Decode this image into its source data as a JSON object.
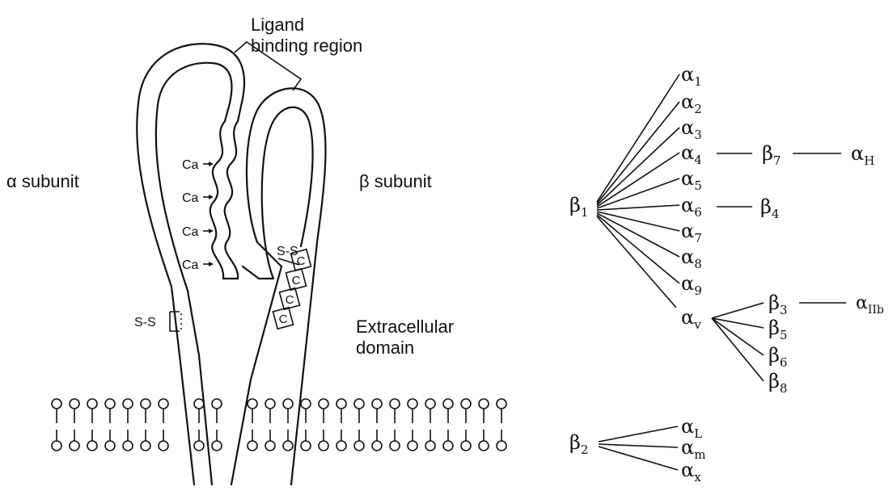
{
  "left_diagram": {
    "label_ligand": [
      "Ligand",
      "binding region"
    ],
    "label_alpha_subunit": "α subunit",
    "label_beta_subunit": "β subunit",
    "label_extracellular": [
      "Extracellular",
      "domain"
    ],
    "ca_labels": [
      "Ca",
      "Ca",
      "Ca",
      "Ca"
    ],
    "ss_alpha": "S-S",
    "ss_beta": "S-S",
    "cysteine_box_label": "C"
  },
  "right_diagram": {
    "beta1": {
      "greek": "β",
      "sub": "1"
    },
    "beta1_partners": [
      {
        "greek": "α",
        "sub": "1"
      },
      {
        "greek": "α",
        "sub": "2"
      },
      {
        "greek": "α",
        "sub": "3"
      },
      {
        "greek": "α",
        "sub": "4"
      },
      {
        "greek": "α",
        "sub": "5"
      },
      {
        "greek": "α",
        "sub": "6"
      },
      {
        "greek": "α",
        "sub": "7"
      },
      {
        "greek": "α",
        "sub": "8"
      },
      {
        "greek": "α",
        "sub": "9"
      },
      {
        "greek": "α",
        "sub": "v"
      }
    ],
    "beta7": {
      "greek": "β",
      "sub": "7"
    },
    "alphaH": {
      "greek": "α",
      "sub": "H"
    },
    "beta4": {
      "greek": "β",
      "sub": "4"
    },
    "alphav_partners": [
      {
        "greek": "β",
        "sub": "3"
      },
      {
        "greek": "β",
        "sub": "5"
      },
      {
        "greek": "β",
        "sub": "6"
      },
      {
        "greek": "β",
        "sub": "8"
      }
    ],
    "alphaIIb": {
      "greek": "α",
      "sub": "IIb"
    },
    "beta2": {
      "greek": "β",
      "sub": "2"
    },
    "beta2_partners": [
      {
        "greek": "α",
        "sub": "L"
      },
      {
        "greek": "α",
        "sub": "m"
      },
      {
        "greek": "α",
        "sub": "x"
      }
    ]
  }
}
